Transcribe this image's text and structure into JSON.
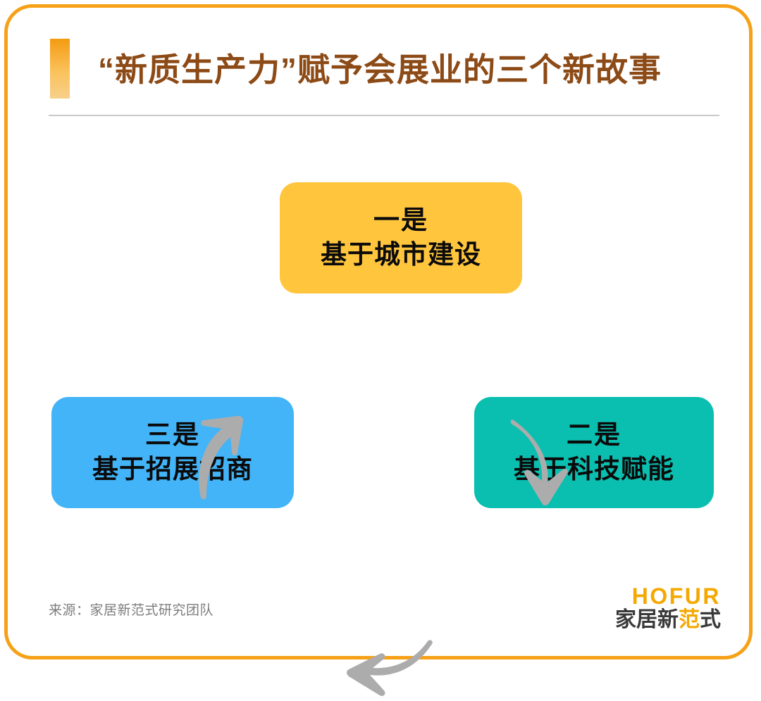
{
  "header": {
    "title": "“新质生产力”赋予会展业的三个新故事",
    "title_color": "#8C4A16",
    "accent_color": "#F49B12"
  },
  "diagram": {
    "type": "cycle",
    "direction": "clockwise",
    "nodes": [
      {
        "id": "node-top",
        "position": "top",
        "line1": "一是",
        "line2": "基于城市建设",
        "color": "#FFC53D",
        "text_color": "#0B0B0B"
      },
      {
        "id": "node-right",
        "position": "bottom-right",
        "line1": "二是",
        "line2": "基于科技赋能",
        "color": "#0ABFB0",
        "text_color": "#0B0B0B"
      },
      {
        "id": "node-left",
        "position": "bottom-left",
        "line1": "三是",
        "line2": "基于招展招商",
        "color": "#42B4F7",
        "text_color": "#0B0B0B"
      }
    ],
    "arrows": [
      {
        "id": "arrow-top-right",
        "from": "node-top",
        "to": "node-right",
        "color": "#ACACAC"
      },
      {
        "id": "arrow-right-left",
        "from": "node-right",
        "to": "node-left",
        "color": "#ACACAC"
      },
      {
        "id": "arrow-left-top",
        "from": "node-left",
        "to": "node-top",
        "color": "#ACACAC"
      }
    ]
  },
  "footer": {
    "source": "来源：家居新范式研究团队",
    "logo_en": "HOFUR",
    "logo_cn_part1": "家居新",
    "logo_cn_highlight": "范",
    "logo_cn_part2": "式",
    "logo_color": "#F5A800"
  },
  "frame": {
    "border_color": "#F6A117",
    "background": "#FFFFFF"
  }
}
